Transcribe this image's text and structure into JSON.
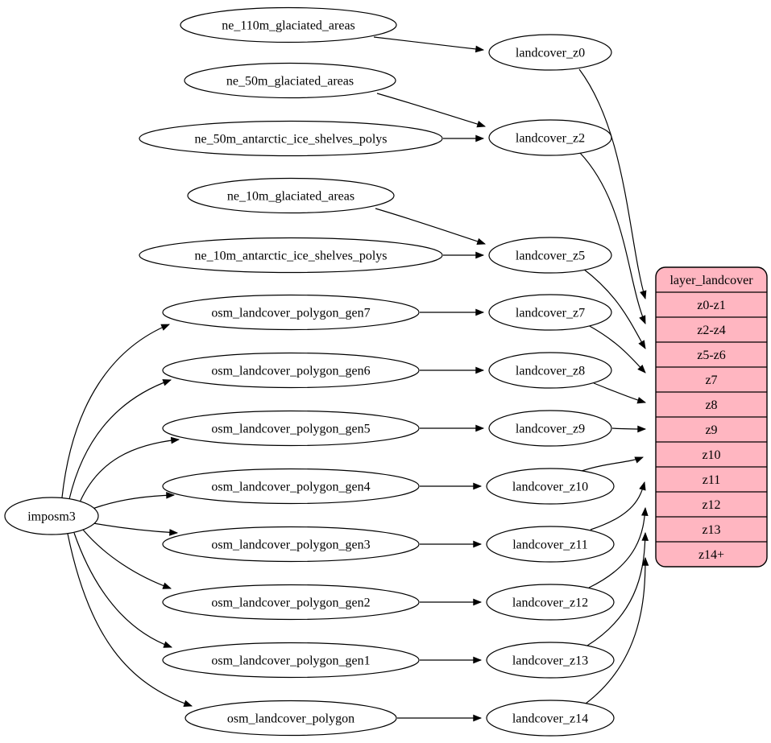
{
  "diagram": {
    "type": "dependency-graph",
    "background": "#ffffff",
    "colors": {
      "node_fill": "#ffffff",
      "node_stroke": "#000000",
      "edge_color": "#000000",
      "table_fill": "#ffb6c1",
      "table_stroke": "#000000",
      "text_color": "#000000"
    },
    "nodes": [
      {
        "id": "imposm3",
        "label": "imposm3"
      },
      {
        "id": "ne_110m_glaciated_areas",
        "label": "ne_110m_glaciated_areas"
      },
      {
        "id": "ne_50m_glaciated_areas",
        "label": "ne_50m_glaciated_areas"
      },
      {
        "id": "ne_50m_antarctic_ice_shelves_polys",
        "label": "ne_50m_antarctic_ice_shelves_polys"
      },
      {
        "id": "ne_10m_glaciated_areas",
        "label": "ne_10m_glaciated_areas"
      },
      {
        "id": "ne_10m_antarctic_ice_shelves_polys",
        "label": "ne_10m_antarctic_ice_shelves_polys"
      },
      {
        "id": "osm_landcover_polygon_gen7",
        "label": "osm_landcover_polygon_gen7"
      },
      {
        "id": "osm_landcover_polygon_gen6",
        "label": "osm_landcover_polygon_gen6"
      },
      {
        "id": "osm_landcover_polygon_gen5",
        "label": "osm_landcover_polygon_gen5"
      },
      {
        "id": "osm_landcover_polygon_gen4",
        "label": "osm_landcover_polygon_gen4"
      },
      {
        "id": "osm_landcover_polygon_gen3",
        "label": "osm_landcover_polygon_gen3"
      },
      {
        "id": "osm_landcover_polygon_gen2",
        "label": "osm_landcover_polygon_gen2"
      },
      {
        "id": "osm_landcover_polygon_gen1",
        "label": "osm_landcover_polygon_gen1"
      },
      {
        "id": "osm_landcover_polygon",
        "label": "osm_landcover_polygon"
      },
      {
        "id": "landcover_z0",
        "label": "landcover_z0"
      },
      {
        "id": "landcover_z2",
        "label": "landcover_z2"
      },
      {
        "id": "landcover_z5",
        "label": "landcover_z5"
      },
      {
        "id": "landcover_z7",
        "label": "landcover_z7"
      },
      {
        "id": "landcover_z8",
        "label": "landcover_z8"
      },
      {
        "id": "landcover_z9",
        "label": "landcover_z9"
      },
      {
        "id": "landcover_z10",
        "label": "landcover_z10"
      },
      {
        "id": "landcover_z11",
        "label": "landcover_z11"
      },
      {
        "id": "landcover_z12",
        "label": "landcover_z12"
      },
      {
        "id": "landcover_z13",
        "label": "landcover_z13"
      },
      {
        "id": "landcover_z14",
        "label": "landcover_z14"
      }
    ],
    "table": {
      "id": "layer_landcover",
      "title": "layer_landcover",
      "rows": [
        "z0-z1",
        "z2-z4",
        "z5-z6",
        "z7",
        "z8",
        "z9",
        "z10",
        "z11",
        "z12",
        "z13",
        "z14+"
      ]
    },
    "edges": [
      {
        "from": "ne_110m_glaciated_areas",
        "to": "landcover_z0"
      },
      {
        "from": "ne_50m_glaciated_areas",
        "to": "landcover_z2"
      },
      {
        "from": "ne_50m_antarctic_ice_shelves_polys",
        "to": "landcover_z2"
      },
      {
        "from": "ne_10m_glaciated_areas",
        "to": "landcover_z5"
      },
      {
        "from": "ne_10m_antarctic_ice_shelves_polys",
        "to": "landcover_z5"
      },
      {
        "from": "osm_landcover_polygon_gen7",
        "to": "landcover_z7"
      },
      {
        "from": "osm_landcover_polygon_gen6",
        "to": "landcover_z8"
      },
      {
        "from": "osm_landcover_polygon_gen5",
        "to": "landcover_z9"
      },
      {
        "from": "osm_landcover_polygon_gen4",
        "to": "landcover_z10"
      },
      {
        "from": "osm_landcover_polygon_gen3",
        "to": "landcover_z11"
      },
      {
        "from": "osm_landcover_polygon_gen2",
        "to": "landcover_z12"
      },
      {
        "from": "osm_landcover_polygon_gen1",
        "to": "landcover_z13"
      },
      {
        "from": "osm_landcover_polygon",
        "to": "landcover_z14"
      },
      {
        "from": "imposm3",
        "to": "osm_landcover_polygon_gen7"
      },
      {
        "from": "imposm3",
        "to": "osm_landcover_polygon_gen6"
      },
      {
        "from": "imposm3",
        "to": "osm_landcover_polygon_gen5"
      },
      {
        "from": "imposm3",
        "to": "osm_landcover_polygon_gen4"
      },
      {
        "from": "imposm3",
        "to": "osm_landcover_polygon_gen3"
      },
      {
        "from": "imposm3",
        "to": "osm_landcover_polygon_gen2"
      },
      {
        "from": "imposm3",
        "to": "osm_landcover_polygon_gen1"
      },
      {
        "from": "imposm3",
        "to": "osm_landcover_polygon"
      },
      {
        "from": "landcover_z0",
        "to": "layer_landcover",
        "row": "z0-z1"
      },
      {
        "from": "landcover_z2",
        "to": "layer_landcover",
        "row": "z2-z4"
      },
      {
        "from": "landcover_z5",
        "to": "layer_landcover",
        "row": "z5-z6"
      },
      {
        "from": "landcover_z7",
        "to": "layer_landcover",
        "row": "z7"
      },
      {
        "from": "landcover_z8",
        "to": "layer_landcover",
        "row": "z8"
      },
      {
        "from": "landcover_z9",
        "to": "layer_landcover",
        "row": "z9"
      },
      {
        "from": "landcover_z10",
        "to": "layer_landcover",
        "row": "z10"
      },
      {
        "from": "landcover_z11",
        "to": "layer_landcover",
        "row": "z11"
      },
      {
        "from": "landcover_z12",
        "to": "layer_landcover",
        "row": "z12"
      },
      {
        "from": "landcover_z13",
        "to": "layer_landcover",
        "row": "z13"
      },
      {
        "from": "landcover_z14",
        "to": "layer_landcover",
        "row": "z14+"
      }
    ]
  }
}
